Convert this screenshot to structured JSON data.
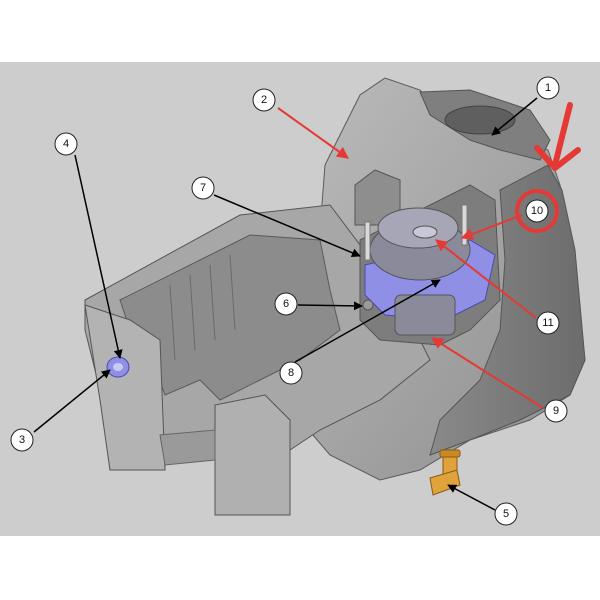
{
  "diagram": {
    "callouts": [
      {
        "id": "1",
        "label": "1",
        "leader_color": "#000000"
      },
      {
        "id": "2",
        "label": "2",
        "leader_color": "#e53935"
      },
      {
        "id": "3",
        "label": "3",
        "leader_color": "#000000"
      },
      {
        "id": "4",
        "label": "4",
        "leader_color": "#000000"
      },
      {
        "id": "5",
        "label": "5",
        "leader_color": "#000000"
      },
      {
        "id": "6",
        "label": "6",
        "leader_color": "#000000"
      },
      {
        "id": "7",
        "label": "7",
        "leader_color": "#000000"
      },
      {
        "id": "8",
        "label": "8",
        "leader_color": "#000000"
      },
      {
        "id": "9",
        "label": "9",
        "leader_color": "#e53935"
      },
      {
        "id": "10",
        "label": "10",
        "leader_color": "#e53935",
        "highlighted": true
      },
      {
        "id": "11",
        "label": "11",
        "leader_color": "#e53935"
      }
    ],
    "colors": {
      "background": "#cdcdcd",
      "housing": "#9b9b9b",
      "housing_light": "#b9b9b9",
      "housing_dark": "#6f6f6f",
      "motor_blue": "#8f8fe6",
      "motor_grey": "#8a8a9a",
      "fitting_brass": "#e0a23a",
      "highlight_red": "#e53935"
    }
  }
}
